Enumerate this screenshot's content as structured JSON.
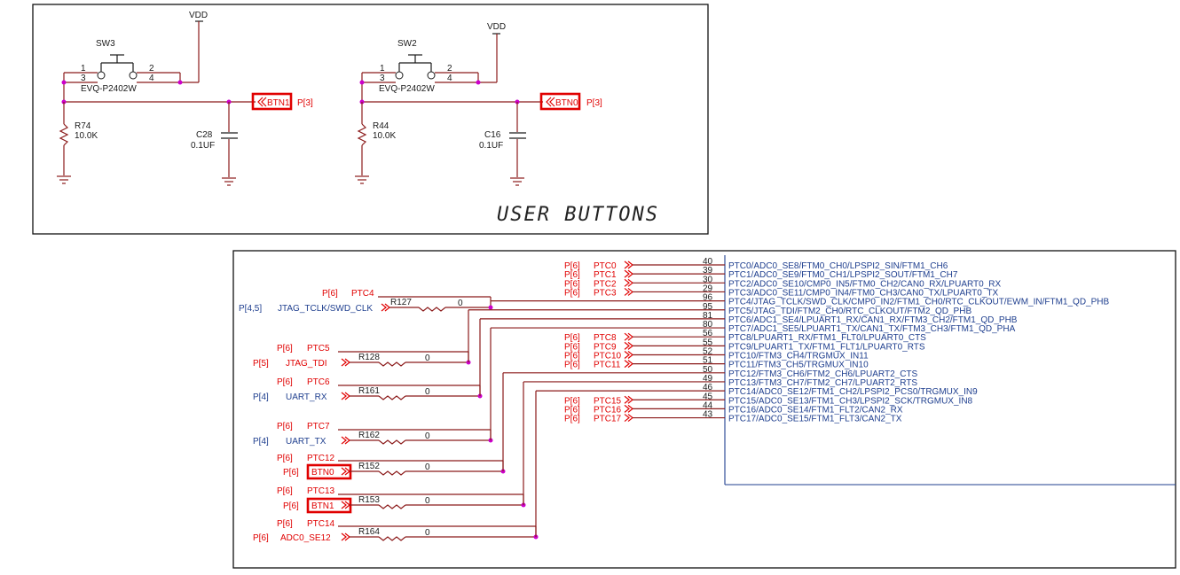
{
  "colors": {
    "wire": "#8b1a1a",
    "net_label": "#e00000",
    "ic_text": "#1f3f8f",
    "junction": "#cc00cc"
  },
  "buttons_section": {
    "title": "USER BUTTONS",
    "circuits": [
      {
        "switch_ref": "SW3",
        "switch_part": "EVQ-P2402W",
        "pins": [
          "1",
          "2",
          "3",
          "4"
        ],
        "supply": "VDD",
        "resistor_ref": "R74",
        "resistor_value": "10.0K",
        "cap_ref": "C28",
        "cap_value": "0.1UF",
        "net": "BTN1",
        "page_ref": "P[3]"
      },
      {
        "switch_ref": "SW2",
        "switch_part": "EVQ-P2402W",
        "pins": [
          "1",
          "2",
          "3",
          "4"
        ],
        "supply": "VDD",
        "resistor_ref": "R44",
        "resistor_value": "10.0K",
        "cap_ref": "C16",
        "cap_value": "0.1UF",
        "net": "BTN0",
        "page_ref": "P[3]"
      }
    ]
  },
  "port_section": {
    "direct_nets": [
      {
        "page": "P[6]",
        "net": "PTC0",
        "pin": "40"
      },
      {
        "page": "P[6]",
        "net": "PTC1",
        "pin": "39"
      },
      {
        "page": "P[6]",
        "net": "PTC2",
        "pin": "30"
      },
      {
        "page": "P[6]",
        "net": "PTC3",
        "pin": "29"
      },
      {
        "page": "P[6]",
        "net": "PTC8",
        "pin": "56"
      },
      {
        "page": "P[6]",
        "net": "PTC9",
        "pin": "55"
      },
      {
        "page": "P[6]",
        "net": "PTC10",
        "pin": "52"
      },
      {
        "page": "P[6]",
        "net": "PTC11",
        "pin": "51"
      },
      {
        "page": "P[6]",
        "net": "PTC15",
        "pin": "45"
      },
      {
        "page": "P[6]",
        "net": "PTC16",
        "pin": "44"
      },
      {
        "page": "P[6]",
        "net": "PTC17",
        "pin": "43"
      }
    ],
    "resistor_nets": [
      {
        "top_page": "P[6]",
        "top_net": "PTC4",
        "bottom_page": "P[4,5]",
        "bottom_net": "JTAG_TCLK/SWD_CLK",
        "ref": "R127",
        "value": "0",
        "pin": "96"
      },
      {
        "top_page": "P[6]",
        "top_net": "PTC5",
        "bottom_page": "P[5]",
        "bottom_net": "JTAG_TDI",
        "ref": "R128",
        "value": "0",
        "pin": "95"
      },
      {
        "top_page": "P[6]",
        "top_net": "PTC6",
        "bottom_page": "P[4]",
        "bottom_net": "UART_RX",
        "ref": "R161",
        "value": "0",
        "pin": "81"
      },
      {
        "top_page": "P[6]",
        "top_net": "PTC7",
        "bottom_page": "P[4]",
        "bottom_net": "UART_TX",
        "ref": "R162",
        "value": "0",
        "pin": "80"
      },
      {
        "top_page": "P[6]",
        "top_net": "PTC12",
        "bottom_page": "P[6]",
        "bottom_net": "BTN0",
        "ref": "R152",
        "value": "0",
        "pin": "50"
      },
      {
        "top_page": "P[6]",
        "top_net": "PTC13",
        "bottom_page": "P[6]",
        "bottom_net": "BTN1",
        "ref": "R153",
        "value": "0",
        "pin": "49"
      },
      {
        "top_page": "P[6]",
        "top_net": "PTC14",
        "bottom_page": "P[6]",
        "bottom_net": "ADC0_SE12",
        "ref": "R164",
        "value": "0",
        "pin": "46"
      }
    ],
    "ic_pins": [
      "PTC0/ADC0_SE8/FTM0_CH0/LPSPI2_SIN/FTM1_CH6",
      "PTC1/ADC0_SE9/FTM0_CH1/LPSPI2_SOUT/FTM1_CH7",
      "PTC2/ADC0_SE10/CMP0_IN5/FTM0_CH2/CAN0_RX/LPUART0_RX",
      "PTC3/ADC0_SE11/CMP0_IN4/FTM0_CH3/CAN0_TX/LPUART0_TX",
      "PTC4/JTAG_TCLK/SWD_CLK/CMP0_IN2/FTM1_CH0/RTC_CLKOUT/EWM_IN/FTM1_QD_PHB",
      "PTC5/JTAG_TDI/FTM2_CH0/RTC_CLKOUT/FTM2_QD_PHB",
      "PTC6/ADC1_SE4/LPUART1_RX/CAN1_RX/FTM3_CH2/FTM1_QD_PHB",
      "PTC7/ADC1_SE5/LPUART1_TX/CAN1_TX/FTM3_CH3/FTM1_QD_PHA",
      "PTC8/LPUART1_RX/FTM1_FLT0/LPUART0_CTS",
      "PTC9/LPUART1_TX/FTM1_FLT1/LPUART0_RTS",
      "PTC10/FTM3_CH4/TRGMUX_IN11",
      "PTC11/FTM3_CH5/TRGMUX_IN10",
      "PTC12/FTM3_CH6/FTM2_CH6/LPUART2_CTS",
      "PTC13/FTM3_CH7/FTM2_CH7/LPUART2_RTS",
      "PTC14/ADC0_SE12/FTM1_CH2/LPSPI2_PCS0/TRGMUX_IN9",
      "PTC15/ADC0_SE13/FTM1_CH3/LPSPI2_SCK/TRGMUX_IN8",
      "PTC16/ADC0_SE14/FTM1_FLT2/CAN2_RX",
      "PTC17/ADC0_SE15/FTM1_FLT3/CAN2_TX"
    ],
    "ic_pin_numbers": [
      "40",
      "39",
      "30",
      "29",
      "96",
      "95",
      "81",
      "80",
      "56",
      "55",
      "52",
      "51",
      "50",
      "49",
      "46",
      "45",
      "44",
      "43"
    ]
  }
}
